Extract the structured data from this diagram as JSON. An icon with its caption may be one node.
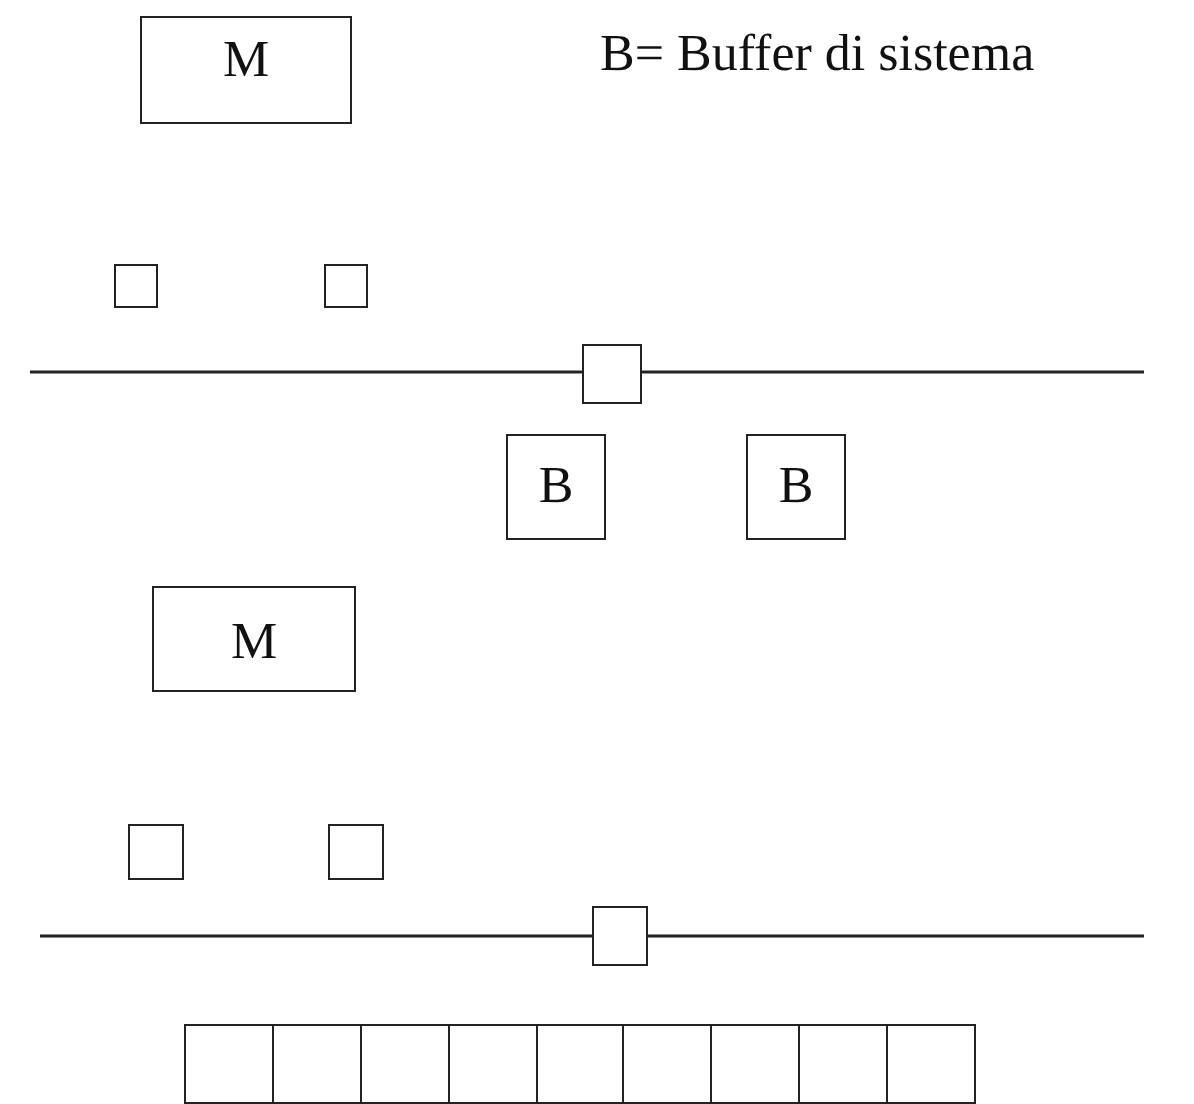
{
  "diagram": {
    "nodes": [
      {
        "text": [
          "M"
        ]
      },
      {
        "text": [],
        "shape": "box"
      },
      {
        "text": [],
        "shape": "box"
      },
      {
        "text": [],
        "shape": "box"
      },
      {
        "text": [
          "B"
        ]
      },
      {
        "text": [
          "B"
        ]
      },
      {
        "text": [
          "M"
        ]
      },
      {
        "text": [],
        "shape": "box"
      },
      {
        "text": [],
        "shape": "box"
      },
      {
        "text": [],
        "shape": "box"
      },
      {
        "text": [],
        "shape": "box"
      },
      {
        "text": [],
        "shape": "box"
      },
      {
        "text": [],
        "shape": "box"
      },
      {
        "text": [],
        "shape": "box"
      },
      {
        "text": [],
        "shape": "box"
      },
      {
        "text": [],
        "shape": "box"
      },
      {
        "text": [],
        "shape": "box"
      },
      {
        "text": [],
        "shape": "box"
      },
      {
        "text": [],
        "shape": "box"
      }
    ],
    "labels": [
      "B= Buffer di sistema"
    ]
  }
}
